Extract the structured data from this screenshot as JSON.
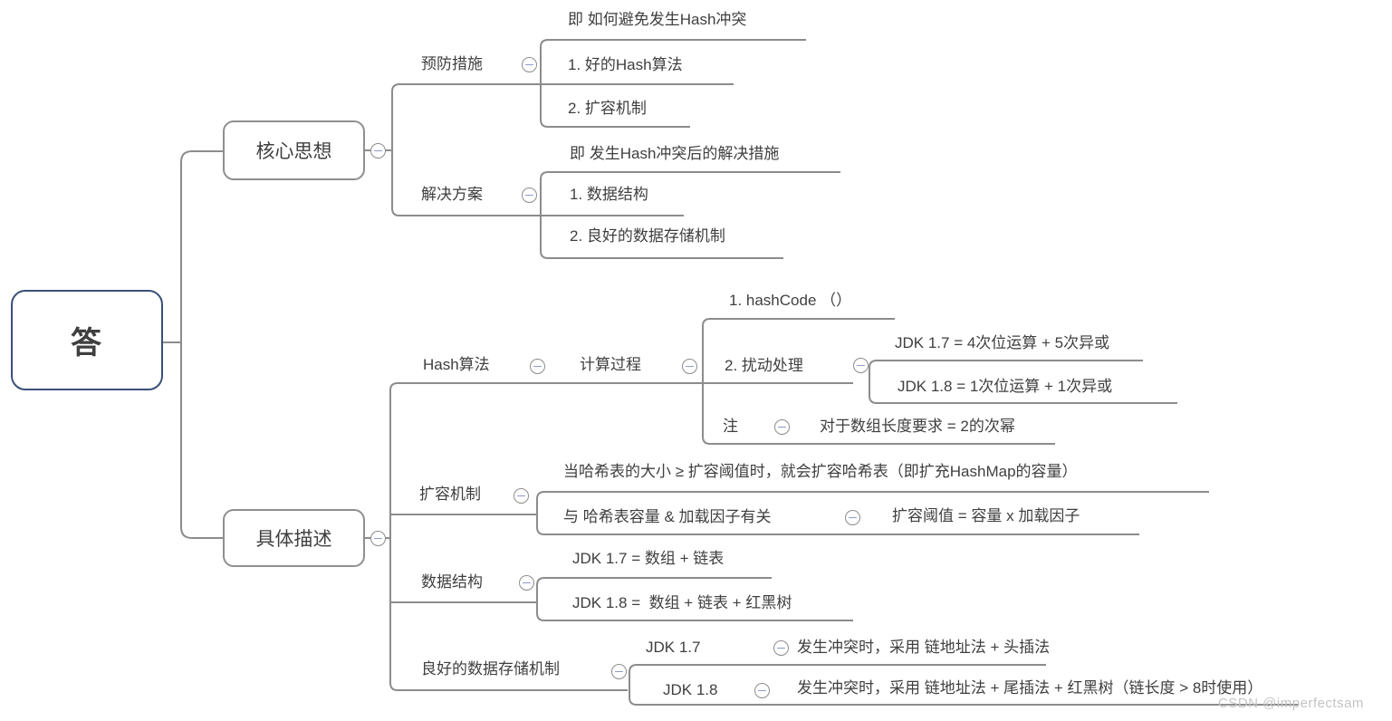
{
  "colors": {
    "line": "#8c8c8c",
    "text": "#3f3f3f",
    "root_border": "#3a5078",
    "box_border": "#8f8f8f",
    "minus": "#8d99c9",
    "watermark": "#c4c4c4",
    "bg": "#ffffff"
  },
  "icons": {
    "collapse": "minus-circle-icon"
  },
  "root": {
    "label": "答"
  },
  "topics": {
    "core": {
      "label": "核心思想"
    },
    "detail": {
      "label": "具体描述"
    }
  },
  "nodes": {
    "prevent": {
      "label": "预防措施"
    },
    "avoid": {
      "label": "即 如何避免发生Hash冲突"
    },
    "goodhash": {
      "label": "1. 好的Hash算法"
    },
    "expand1": {
      "label": "2. 扩容机制"
    },
    "solution": {
      "label": "解决方案"
    },
    "after": {
      "label": "即 发生Hash冲突后的解决措施"
    },
    "ds1": {
      "label": "1. 数据结构"
    },
    "storage1": {
      "label": "2. 良好的数据存储机制"
    },
    "hashalgo": {
      "label": "Hash算法"
    },
    "calc": {
      "label": "计算过程"
    },
    "hashcode": {
      "label": "1. hashCode （）"
    },
    "disturb": {
      "label": "2. 扰动处理"
    },
    "jdk17calc": {
      "label": "JDK 1.7 = 4次位运算 + 5次异或"
    },
    "jdk18calc": {
      "label": "JDK 1.8 = 1次位运算 + 1次异或"
    },
    "note": {
      "label": "注"
    },
    "notetext": {
      "label": "对于数组长度要求 = 2的次幂"
    },
    "expand2": {
      "label": "扩容机制"
    },
    "expanddesc": {
      "label": "当哈希表的大小 ≥ 扩容阈值时，就会扩容哈希表（即扩充HashMap的容量）"
    },
    "factor": {
      "label": "与 哈希表容量 & 加载因子有关"
    },
    "threshold": {
      "label": "扩容阈值 = 容量 x 加载因子"
    },
    "ds2": {
      "label": "数据结构"
    },
    "jdk17ds": {
      "label": "JDK 1.7 = 数组 + 链表"
    },
    "jdk18ds": {
      "label": "JDK 1.8 =  数组 + 链表 + 红黑树"
    },
    "storage2": {
      "label": "良好的数据存储机制"
    },
    "jdk17s": {
      "label": "JDK 1.7"
    },
    "headins": {
      "label": "发生冲突时，采用 链地址法 + 头插法"
    },
    "jdk18s": {
      "label": "JDK 1.8"
    },
    "tailins": {
      "label": "发生冲突时，采用 链地址法 + 尾插法 + 红黑树（链长度 > 8时使用）"
    }
  },
  "watermark": {
    "label": "CSDN @imperfectsam"
  }
}
